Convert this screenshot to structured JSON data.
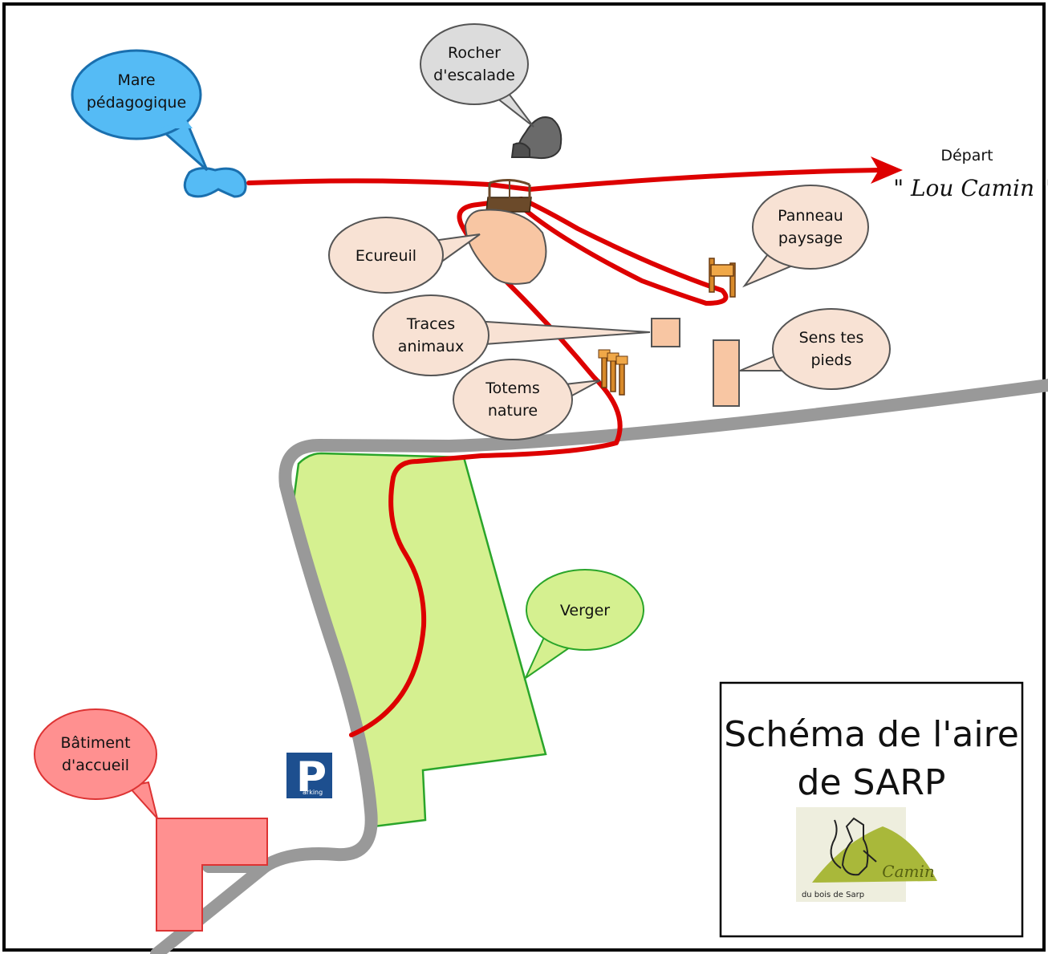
{
  "colors": {
    "route": "#dd0000",
    "road": "#999999",
    "orchard_fill": "#d5f090",
    "orchard_stroke": "#2aa52a",
    "pond_fill": "#55bbf5",
    "pond_stroke": "#1a6fae",
    "rock_bubble": "#dcdcdc",
    "activity_bubble": "#f8e2d4",
    "activity_item": "#f8c6a3",
    "activity_stroke": "#555555",
    "building_fill": "#ff9090",
    "building_stroke": "#dd3333",
    "parking": "#1d4f8f",
    "logo_green": "#a9b83a"
  },
  "labels": {
    "pond": [
      "Mare",
      "pédagogique"
    ],
    "rock": [
      "Rocher",
      "d'escalade"
    ],
    "squirrel": [
      "Ecureuil"
    ],
    "tracks": [
      "Traces",
      "animaux"
    ],
    "totems": [
      "Totems",
      "nature"
    ],
    "panel": [
      "Panneau",
      "paysage"
    ],
    "feet": [
      "Sens tes",
      "pieds"
    ],
    "orchard": [
      "Verger"
    ],
    "building": [
      "Bâtiment",
      "d'accueil"
    ]
  },
  "departure": {
    "label": "Départ",
    "name": "\" Lou Camin \""
  },
  "parking": {
    "letter": "P",
    "word": "arking"
  },
  "title": {
    "line1": "Schéma de l'aire",
    "line2": "de SARP"
  },
  "logo": {
    "word": "Camin",
    "subtitle": "du bois de Sarp"
  }
}
